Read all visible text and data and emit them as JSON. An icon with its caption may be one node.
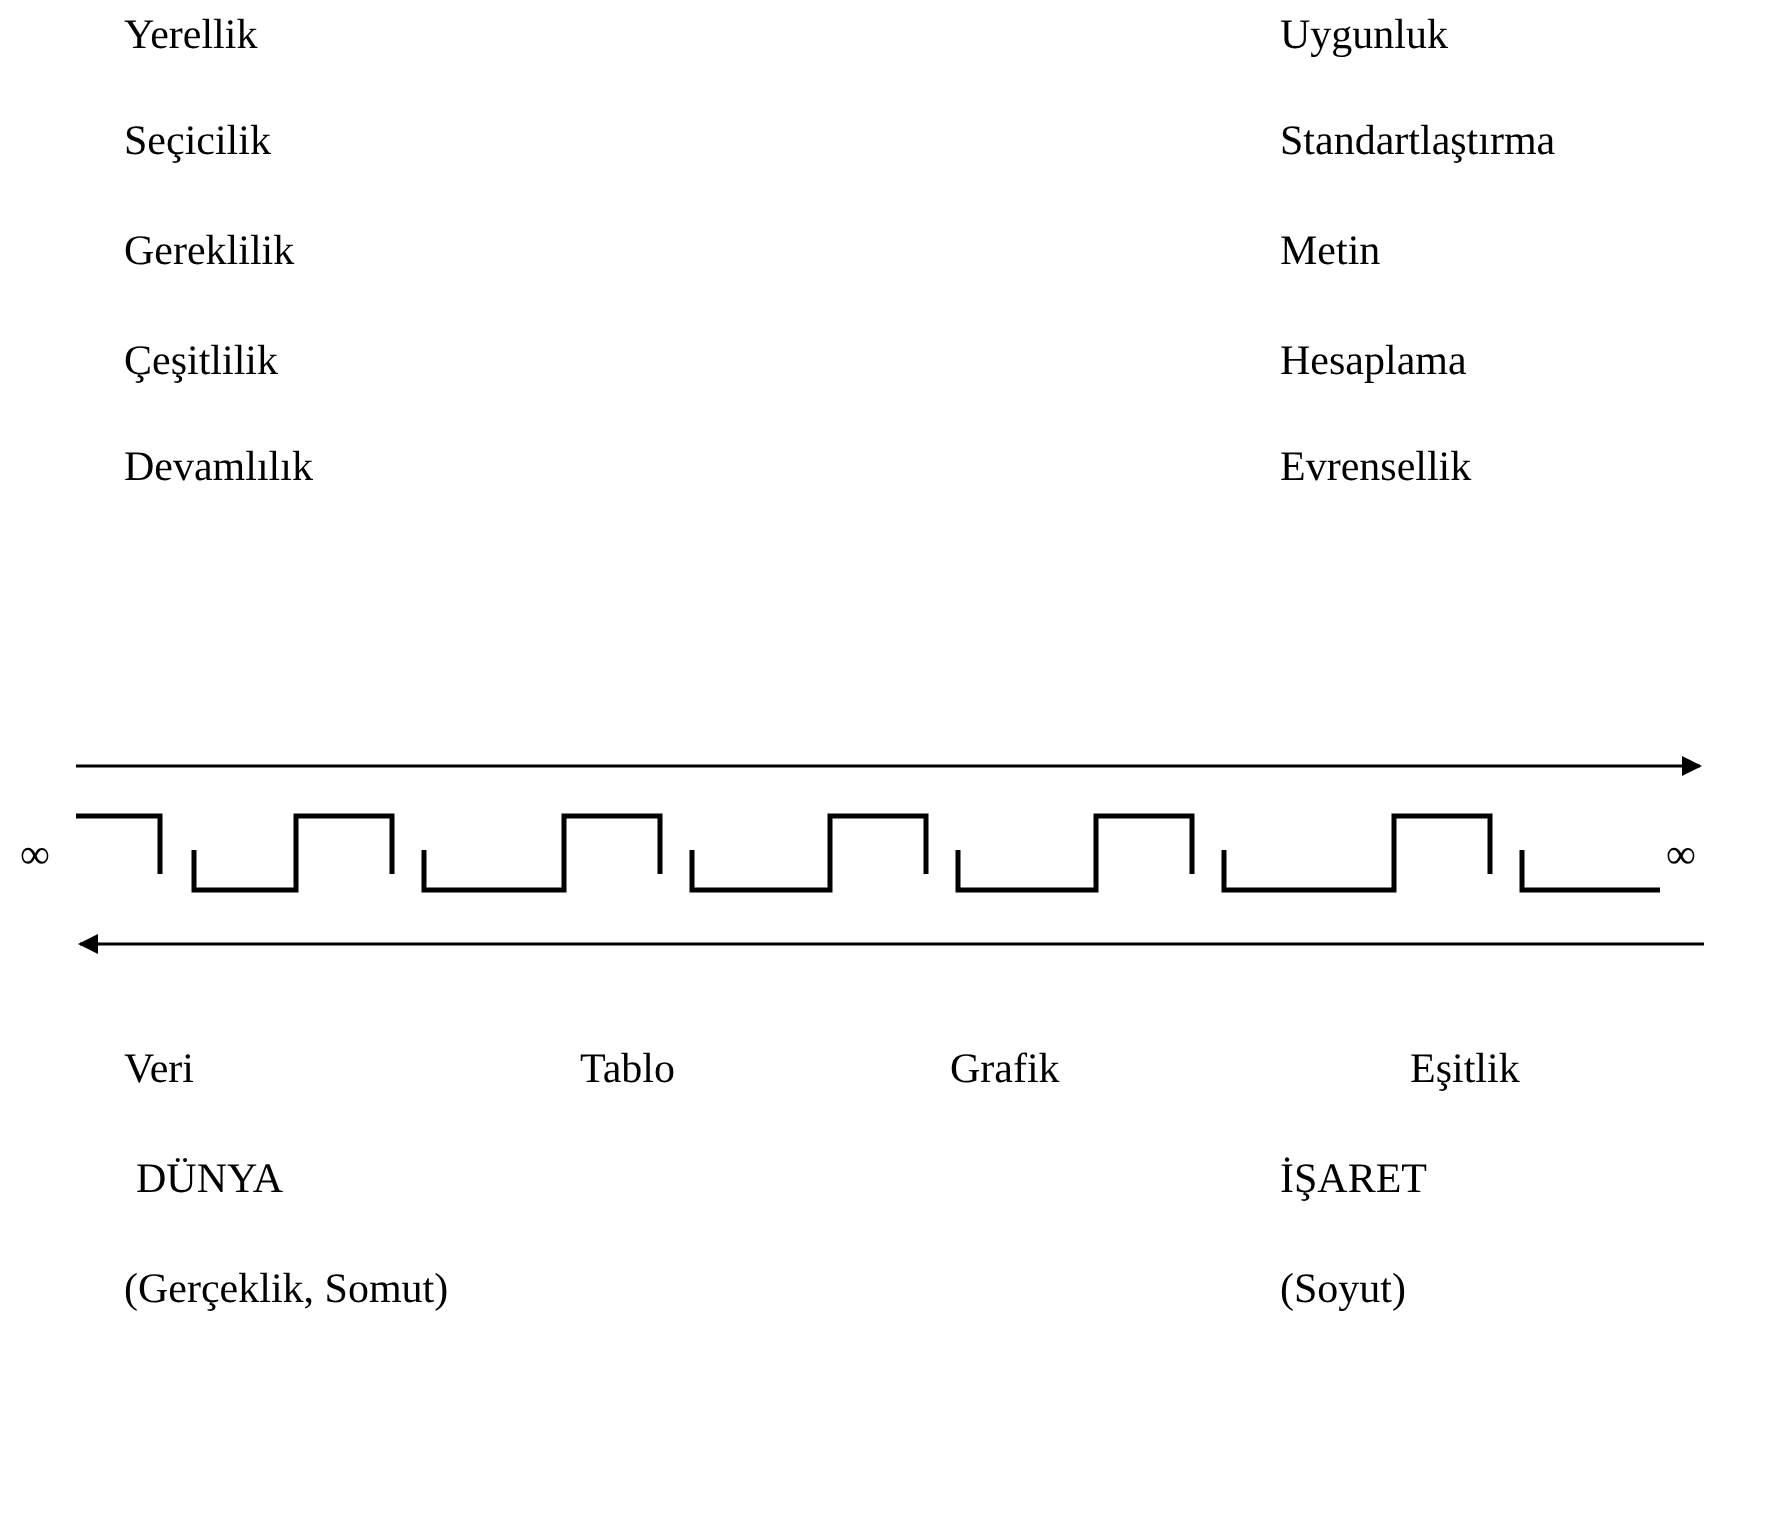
{
  "diagram": {
    "labels": [
      "Yerellik",
      "Uygunluk",
      "Seçicilik",
      "Standartlaştırma",
      "Gereklilik",
      "Metin",
      "Çeşitlilik",
      "Hesaplama",
      "Devamlılık",
      "Evrensellik",
      "∞",
      "∞",
      "Veri",
      "Tablo",
      "Grafik",
      "Eşitlik",
      "DÜNYA",
      "İŞARET",
      "(Gerçeklik, Somut)",
      "(Soyut)"
    ]
  }
}
